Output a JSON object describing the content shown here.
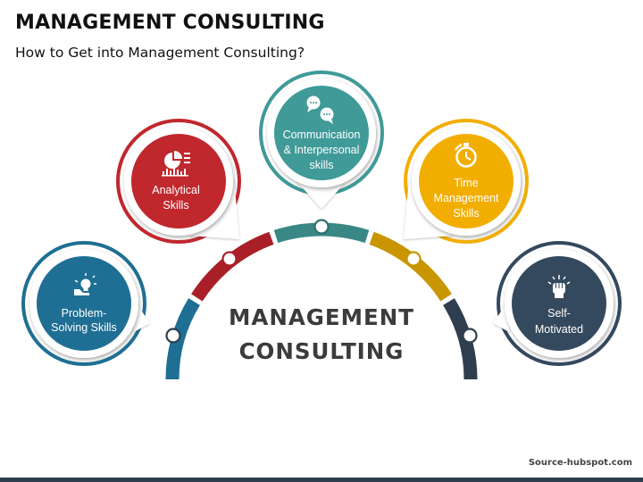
{
  "title": "MANAGEMENT CONSULTING",
  "subtitle": "How to Get into Management Consulting?",
  "center": {
    "line1": "MANAGEMENT",
    "line2": "CONSULTING"
  },
  "nodes": [
    {
      "id": "problem-solving",
      "lines": [
        "Problem-",
        "Solving Skills"
      ],
      "color": "#1f6f94",
      "icon": "lightbulb-hand-icon"
    },
    {
      "id": "analytical",
      "lines": [
        "Analytical",
        "Skills"
      ],
      "color": "#c0282e",
      "icon": "analytics-chart-icon"
    },
    {
      "id": "communication",
      "lines": [
        "Communication",
        "& Interpersonal",
        "skills"
      ],
      "color": "#3f9a98",
      "icon": "speech-bubbles-icon"
    },
    {
      "id": "time-management",
      "lines": [
        "Time",
        "Management",
        "Skills"
      ],
      "color": "#f2ae00",
      "icon": "stopwatch-icon"
    },
    {
      "id": "self-motivated",
      "lines": [
        "Self-",
        "Motivated"
      ],
      "color": "#34495e",
      "icon": "raised-fist-icon"
    }
  ],
  "source": "Source-hubspot.com"
}
